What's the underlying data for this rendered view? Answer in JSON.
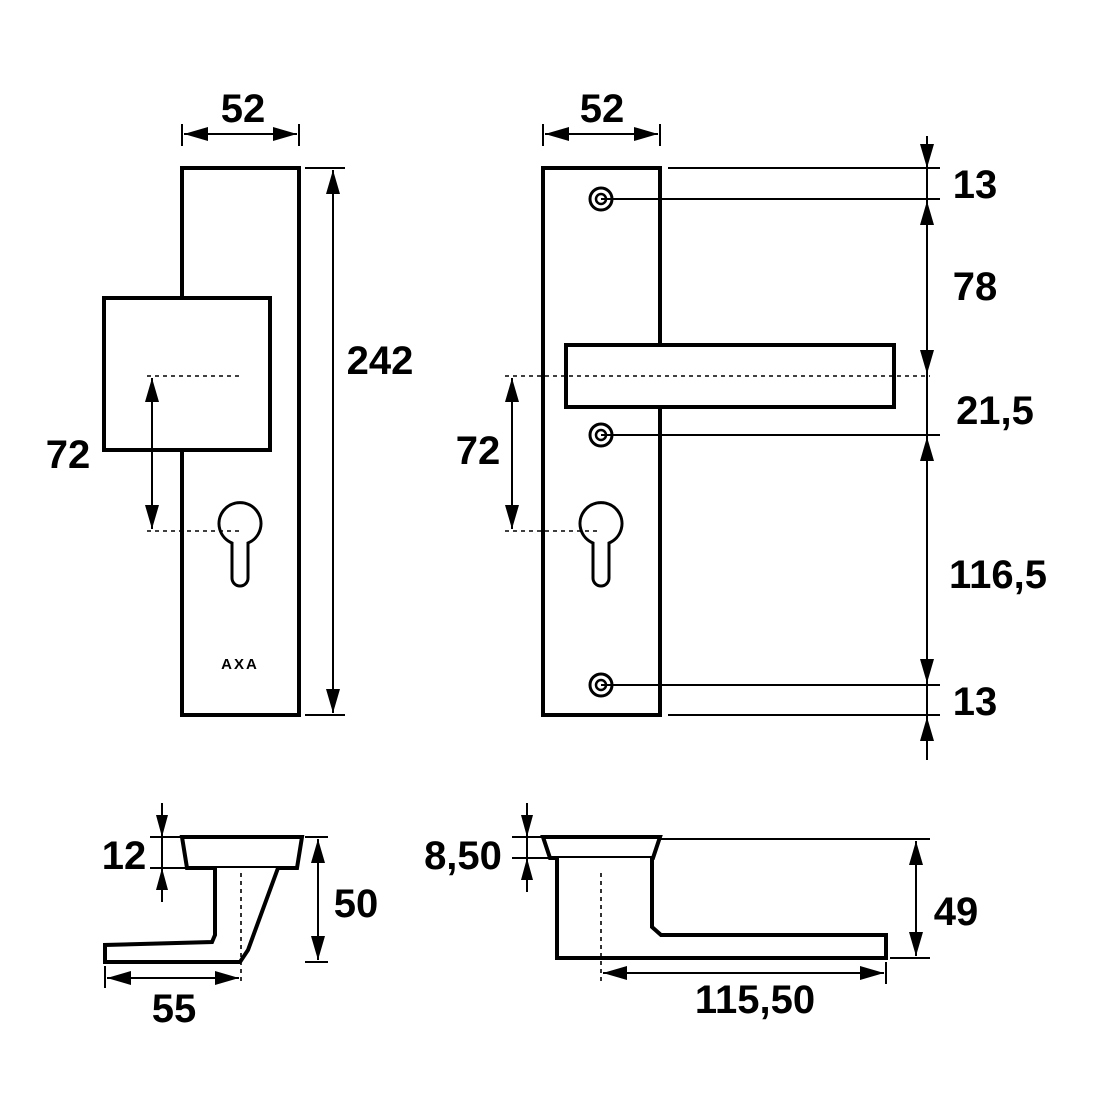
{
  "brand_mark": "AXA",
  "front_view_square_rose": {
    "width": "52",
    "height": "242",
    "handle_to_cylinder": "72"
  },
  "front_view_handle": {
    "width": "52",
    "handle_to_cylinder": "72",
    "vertical_dims": [
      "13",
      "78",
      "21,5",
      "116,5",
      "13"
    ]
  },
  "side_view_knob": {
    "base_height": "12",
    "total_height": "50",
    "projection": "55"
  },
  "side_view_lever": {
    "base_height": "8,50",
    "total_height": "49",
    "length": "115,50"
  }
}
